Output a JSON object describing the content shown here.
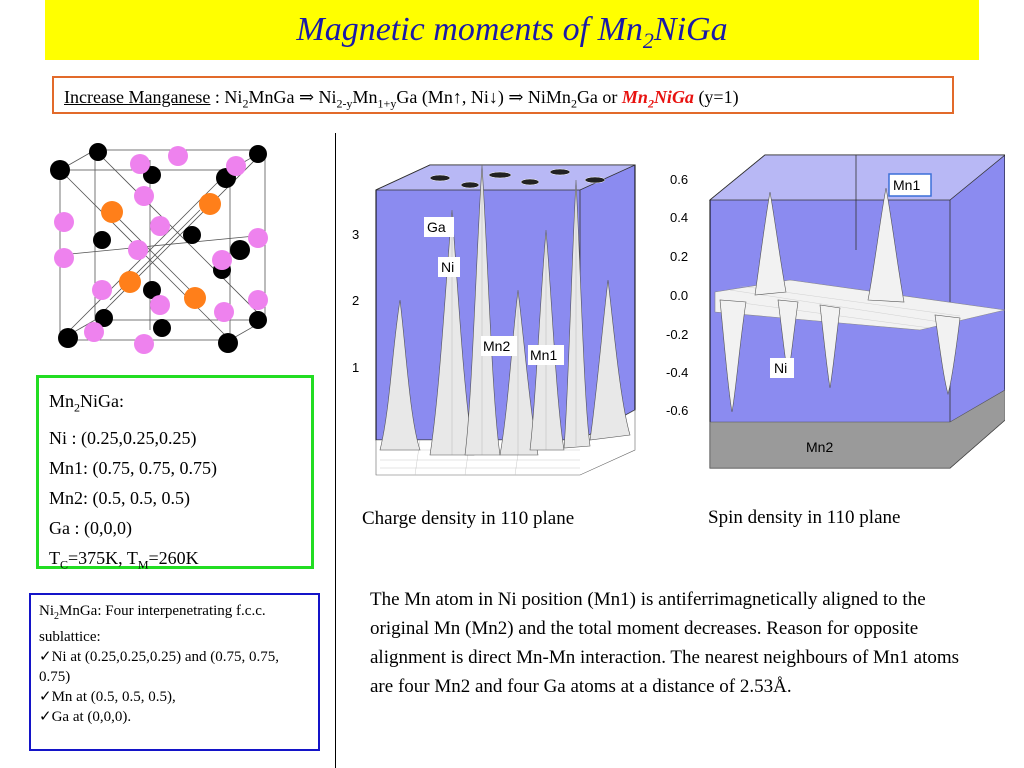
{
  "title": {
    "main": "Magnetic moments of  Mn",
    "sub": "2",
    "tail": "NiGa"
  },
  "formula": {
    "label": "Increase Manganese",
    "p1": " : Ni",
    "s1": "2",
    "p2": "MnGa ",
    "arrow1": "⇒",
    "p3": " Ni",
    "s2": "2-y",
    "p4": "Mn",
    "s3": "1+y",
    "p5": "Ga (Mn",
    "up": "↑",
    "p6": ", Ni",
    "down": "↓",
    "p7": ") ",
    "arrow2": "⇒",
    "p8": " NiMn",
    "s4": "2",
    "p9": "Ga or ",
    "red_a": "Mn",
    "red_s": "2",
    "red_b": "NiGa",
    "p10": " (y=1)"
  },
  "positions": {
    "head_a": "Mn",
    "head_s": "2",
    "head_b": "NiGa:",
    "ni": "Ni :   (0.25,0.25,0.25)",
    "mn1": "Mn1: (0.75, 0.75, 0.75)",
    "mn2": "Mn2: (0.5, 0.5, 0.5)",
    "ga": "Ga :  (0,0,0)",
    "tc_a": "T",
    "tc_s": "C",
    "tc_b": "=375K,   T",
    "tm_s": "M",
    "tm_b": "=260K"
  },
  "sublattice": {
    "head_a": "Ni",
    "head_s": "2",
    "head_b": "MnGa:  Four interpenetrating f.c.c. sublattice:",
    "check": "✓",
    "l1": "Ni at (0.25,0.25,0.25) and (0.75, 0.75, 0.75)",
    "l2": "Mn at (0.5, 0.5, 0.5),",
    "l3": "Ga at (0,0,0)."
  },
  "charge_plot": {
    "ticks": [
      "3",
      "2",
      "1"
    ],
    "labels": [
      "Ga",
      "Ni",
      "Mn2",
      "Mn1"
    ]
  },
  "spin_plot": {
    "ticks": [
      "0.6",
      "0.4",
      "0.2",
      "0.0",
      "-0.2",
      "-0.4",
      "-0.6"
    ],
    "labels": [
      "Mn1",
      "Ni",
      "Mn2"
    ]
  },
  "captions": {
    "charge": "Charge density in 110 plane",
    "spin": "Spin density in 110 plane"
  },
  "paragraph": "The Mn atom in Ni position (Mn1) is antiferrimagnetically aligned to the original Mn (Mn2) and the total moment decreases.  Reason for opposite alignment is direct Mn-Mn interaction. The nearest neighbours of Mn1 atoms are four Mn2 and four Ga atoms at a distance of 2.53Å.",
  "colors": {
    "title_bg": "#ffff00",
    "title_text": "#1a1aa8",
    "formula_border": "#e26a2a",
    "green_border": "#22dd22",
    "blue_border": "#1414c8",
    "plot_bg": "#8b8bf0",
    "ga_atom": "#000000",
    "ni_atom": "#ee82ee",
    "mn_atom": "#ff7f1a"
  }
}
